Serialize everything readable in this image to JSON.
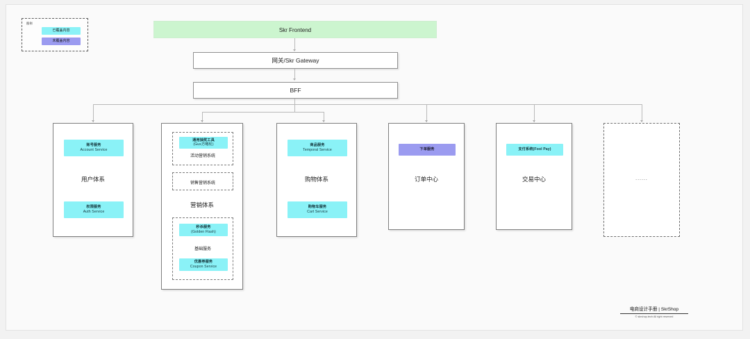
{
  "legend": {
    "title": "图例",
    "items": [
      {
        "label": "已覆盖内容",
        "color": "#8af2f7",
        "state": "covered"
      },
      {
        "label": "未覆盖内容",
        "color": "#9b9bf0",
        "state": "uncovered"
      }
    ]
  },
  "flow": {
    "frontend": "Skr Frontend",
    "gateway": "网关/Skr Gateway",
    "bff": "BFF"
  },
  "columns": [
    {
      "id": "user",
      "title": "用户体系",
      "style": "solid",
      "chips": [
        {
          "cn": "账号服务",
          "en": "Account Service",
          "color": "cyan"
        },
        {
          "cn": "权限服务",
          "en": "Auth Service",
          "color": "cyan"
        }
      ]
    },
    {
      "id": "marketing",
      "title": "营销体系",
      "style": "solid",
      "subboxes": [
        {
          "title": "活动营销系统",
          "chips": [
            {
              "cn": "通用抽奖工具",
              "en": "(Gus方略轮)",
              "color": "cyan"
            }
          ]
        },
        {
          "title": "销售营销系统",
          "chips": []
        },
        {
          "title": "基础服务",
          "chips": [
            {
              "cn": "秒杀服务",
              "en": "(Golden Flash)",
              "color": "cyan"
            },
            {
              "cn": "优惠券服务",
              "en": "Coupon Service",
              "color": "cyan"
            }
          ]
        }
      ]
    },
    {
      "id": "shopping",
      "title": "购物体系",
      "style": "solid",
      "chips": [
        {
          "cn": "商品服务",
          "en": "Temporal Service",
          "color": "cyan"
        },
        {
          "cn": "购物车服务",
          "en": "Cart Service",
          "color": "cyan"
        }
      ]
    },
    {
      "id": "order",
      "title": "订单中心",
      "style": "solid",
      "chips": [
        {
          "cn": "下单服务",
          "en": "",
          "color": "purple"
        }
      ]
    },
    {
      "id": "trade",
      "title": "交易中心",
      "style": "solid",
      "chips": [
        {
          "cn": "支付系统(Fool Pay)",
          "en": "",
          "color": "cyan"
        }
      ]
    },
    {
      "id": "more",
      "title": "",
      "style": "dashed",
      "placeholder": "......"
    }
  ],
  "footer": {
    "main": "电商设计手册 | SkrShop",
    "sub": "© skrshop.tech All right reserved"
  },
  "colors": {
    "covered": "#8af2f7",
    "uncovered": "#9b9bf0",
    "banner": "#ccf5cf",
    "canvas": "#fafafa",
    "page": "#f2f2f2"
  }
}
